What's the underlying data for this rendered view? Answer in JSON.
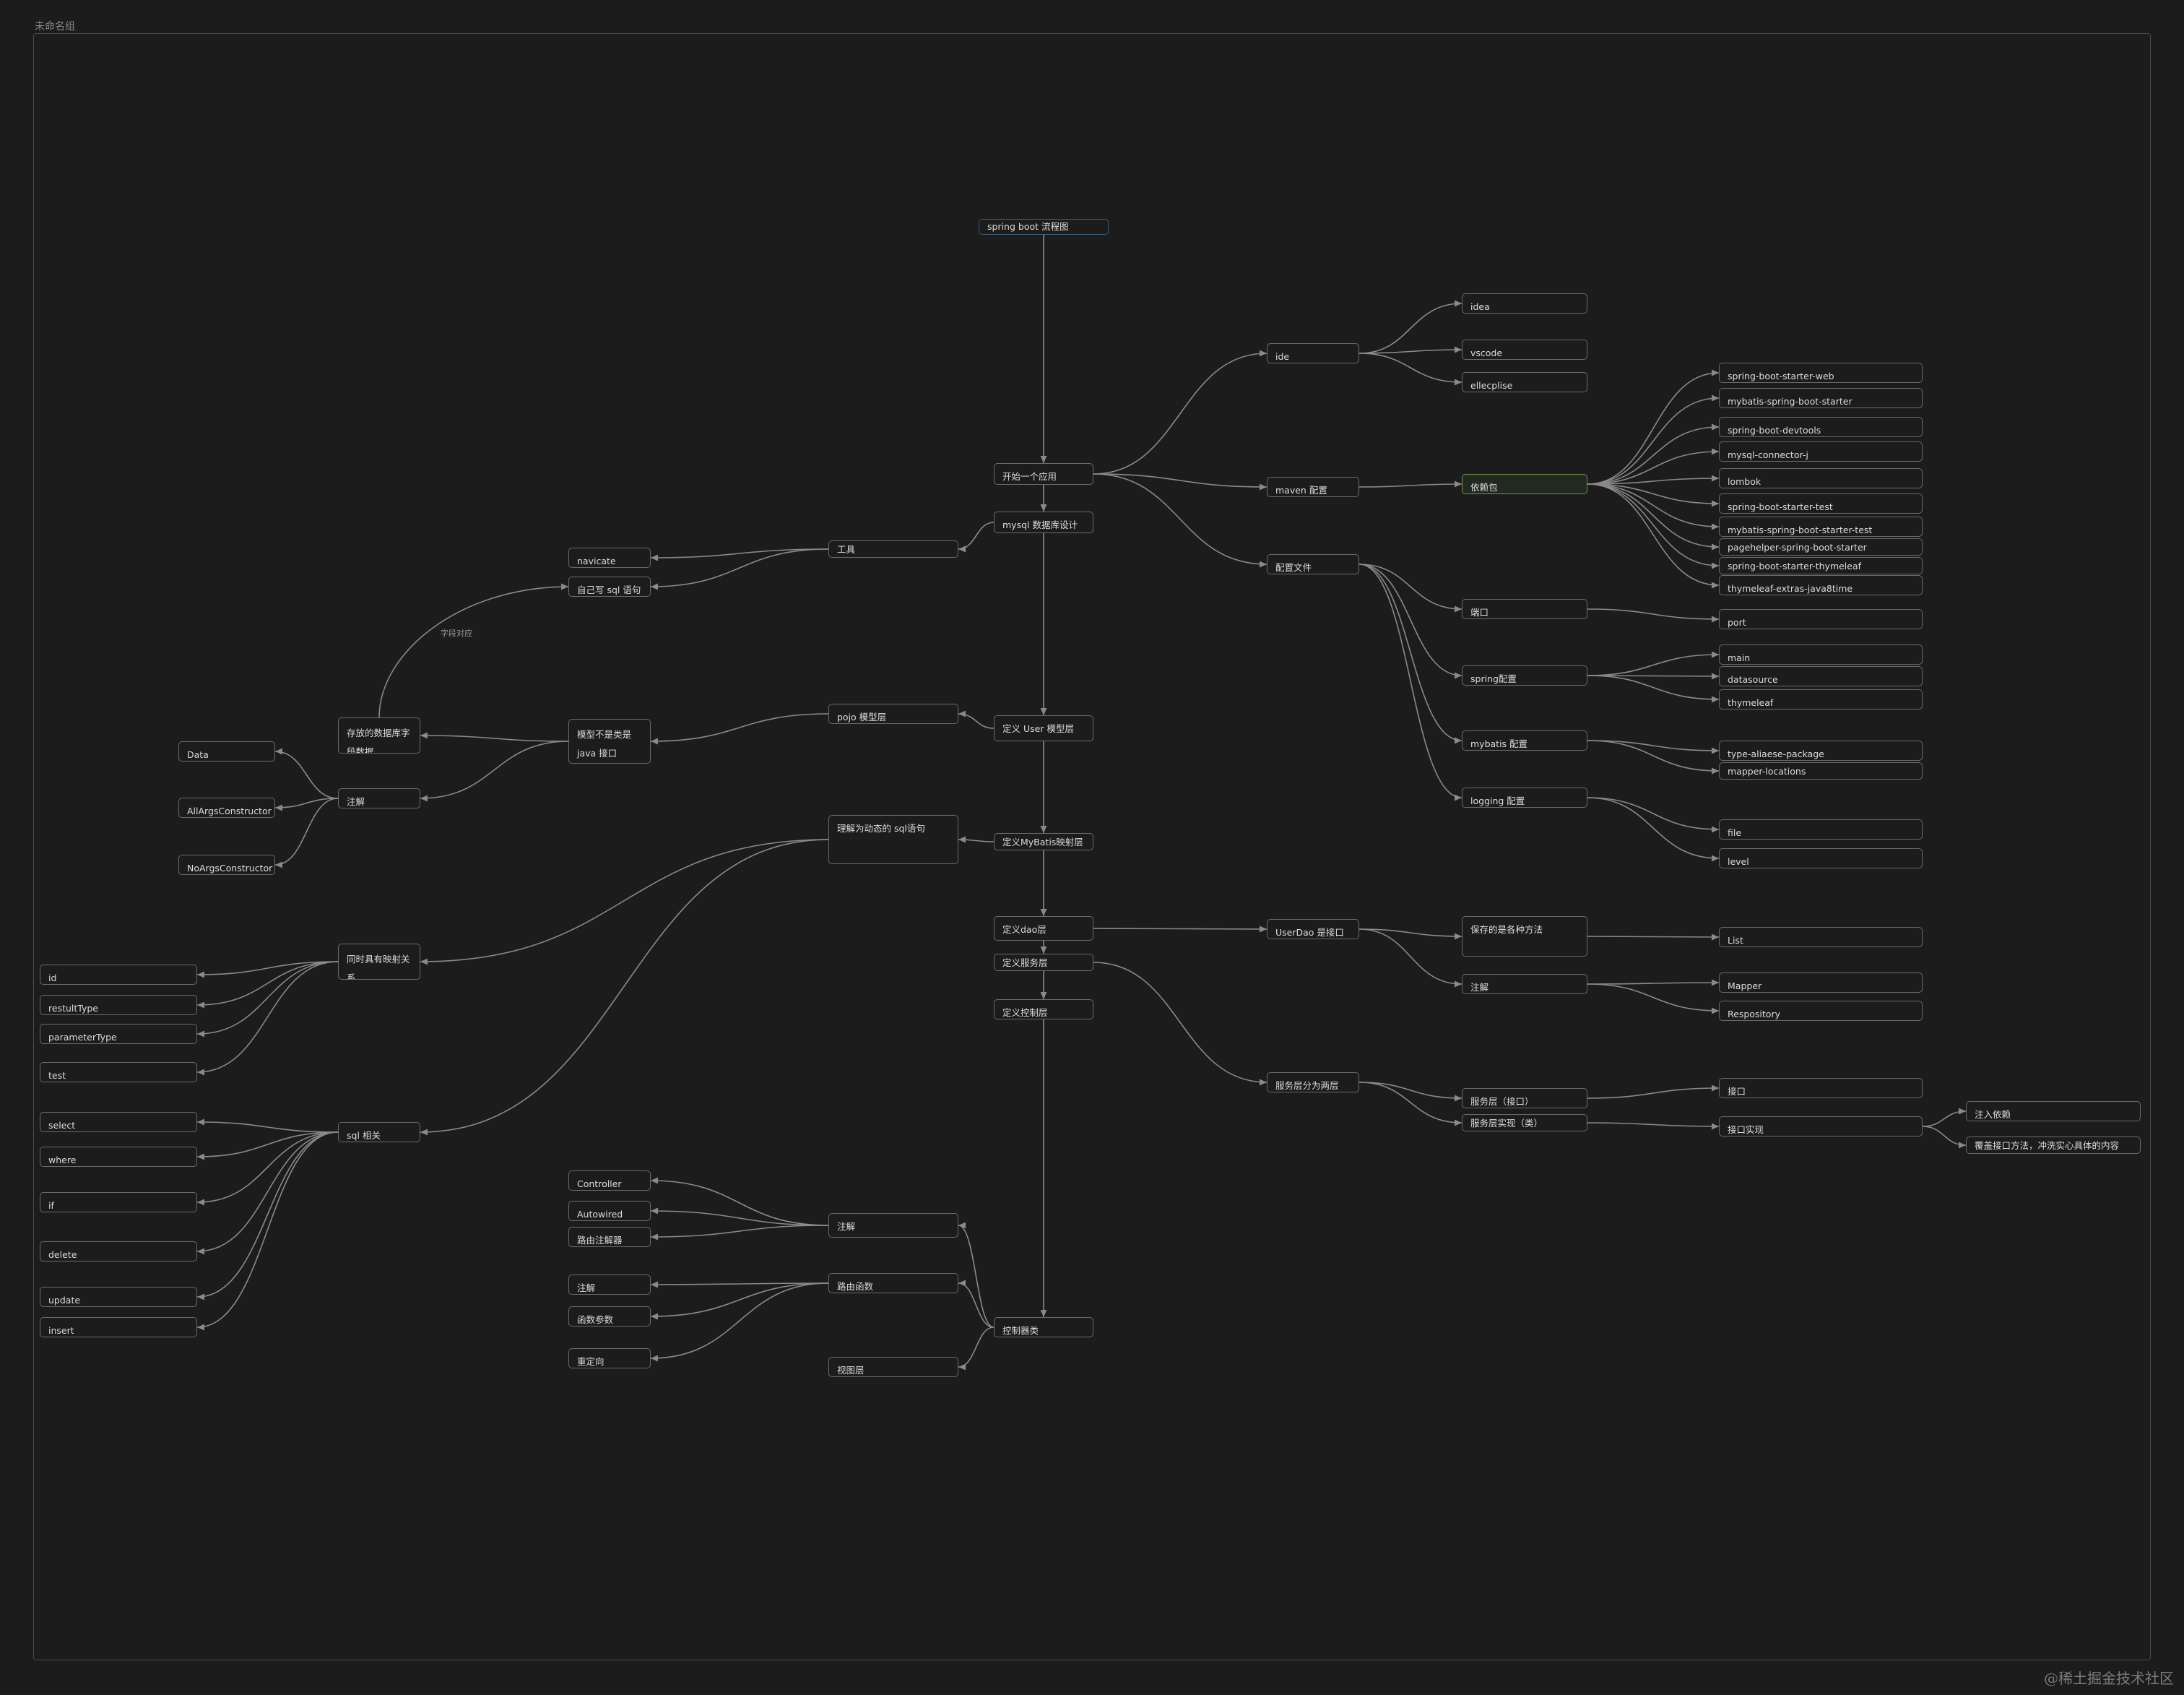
{
  "frame": {
    "title": "未命名组"
  },
  "watermark": "@稀土掘金技术社区",
  "colors": {
    "background": "#1c1c1c",
    "edge": "#8a8a8a",
    "node_border": "#6a6a6a",
    "root_border": "#3c5c78",
    "highlight_border": "#6e8f52"
  },
  "nodes": {
    "root": "spring boot 流程图",
    "start_app": "开始一个应用",
    "mysql_design": "mysql 数据库设计",
    "define_user": "定义 User 模型层",
    "define_mybatis": "定义MyBatis映射层",
    "define_dao": "定义dao层",
    "define_service": "定义服务层",
    "define_controller": "定义控制层",
    "controller_class": "控制器类",
    "ide": "ide",
    "idea": "idea",
    "vscode": "vscode",
    "eclipse": "ellecplise",
    "maven": "maven 配置",
    "deps": "依赖包",
    "dep1": "spring-boot-starter-web",
    "dep2": "mybatis-spring-boot-starter",
    "dep3": "spring-boot-devtools",
    "dep4": "mysql-connector-j",
    "dep5": "lombok",
    "dep6": "spring-boot-starter-test",
    "dep7": "mybatis-spring-boot-starter-test",
    "dep8": "pagehelper-spring-boot-starter",
    "dep9": "spring-boot-starter-thymeleaf",
    "dep10": "thymeleaf-extras-java8time",
    "config_file": "配置文件",
    "port_cfg": "端口",
    "port": "port",
    "spring_cfg": "spring配置",
    "main": "main",
    "datasource": "datasource",
    "thymeleaf": "thymeleaf",
    "mybatis_cfg": "mybatis 配置",
    "type_alias": "type-aliaese-package",
    "mapper_loc": "mapper-locations",
    "logging_cfg": "logging 配置",
    "file": "file",
    "level": "level",
    "userdao": "UserDao 是接口",
    "save_methods": "保存的是各种方法",
    "list": "List",
    "dao_anno": "注解",
    "mapper": "Mapper",
    "repository": "Respository",
    "service_split": "服务层分为两层",
    "service_iface": "服务层（接口）",
    "service_impl": "服务层实现（类）",
    "iface": "接口",
    "iface_impl": "接口实现",
    "inject": "注入依赖",
    "override": "覆盖接口方法，冲洗实心具体的内容",
    "tools": "工具",
    "navicate": "navicate",
    "write_sql": "自己写 sql 语句",
    "stored_fields": "存放的数据库字段数据",
    "pojo": "pojo 模型层",
    "model_class": "模型不是类是 java 接口",
    "lombok_anno": "注解",
    "data": "Data",
    "allargs": "AllArgsConstructor",
    "noargs": "NoArgsConstructor",
    "dynamic_sql": "理解为动态的 sql语句",
    "mapping_rel": "同时具有映射关系",
    "id": "id",
    "resultType": "restultType",
    "parameterType": "parameterType",
    "test": "test",
    "sql_related": "sql 相关",
    "select": "select",
    "where": "where",
    "if": "if",
    "delete": "delete",
    "update": "update",
    "insert": "insert",
    "ctrl_anno": "注解",
    "controller": "Controller",
    "autowired": "Autowired",
    "route_anno": "路由注解器",
    "route_func": "路由函数",
    "route_anno2": "注解",
    "func_params": "函数参数",
    "redirect": "重定向",
    "view_layer": "视图层"
  },
  "edge_labels": {
    "field_match": "字段对应"
  }
}
